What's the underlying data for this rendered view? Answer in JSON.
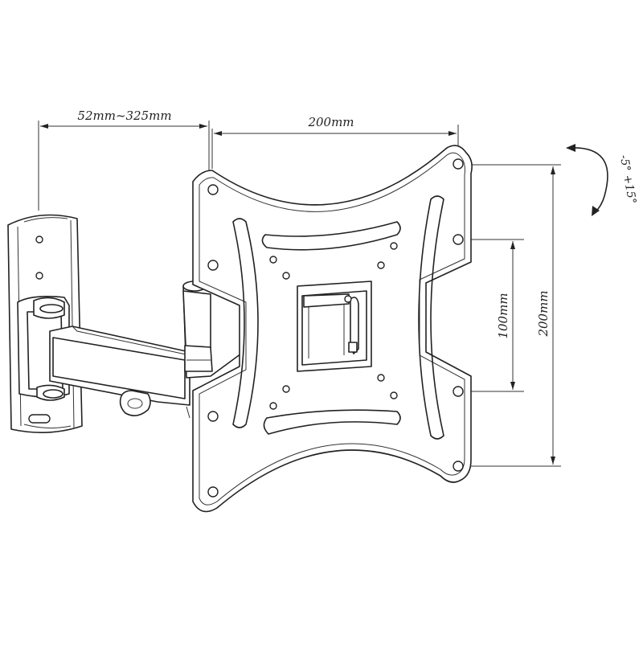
{
  "dimensions": {
    "arm_extension": "52mm~325mm",
    "plate_width": "200mm",
    "plate_height_outer": "200mm",
    "plate_height_inner": "100mm",
    "tilt_range": "-5° +15°"
  },
  "colors": {
    "line": "#222222",
    "background": "#ffffff"
  }
}
